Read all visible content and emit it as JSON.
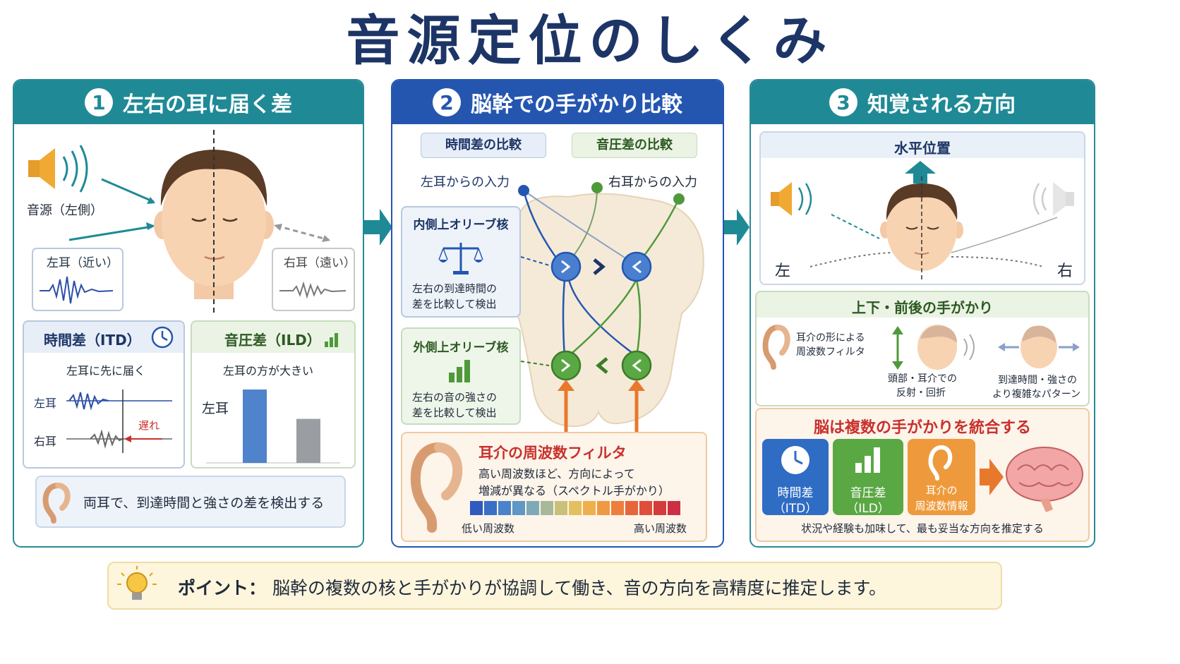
{
  "title": "音源定位のしくみ",
  "panel1": {
    "num": "1",
    "header": "左右の耳に届く差",
    "source_label": "音源（左側）",
    "left_ear": "左耳（近い）",
    "right_ear": "右耳（遠い）",
    "itd_title": "時間差（ITD）",
    "itd_desc": "左耳に先に届く",
    "itd_left": "左耳",
    "itd_right": "右耳",
    "itd_delay": "遅れ",
    "ild_title": "音圧差（ILD）",
    "ild_desc": "左耳の方が大きい",
    "ild_left": "左耳",
    "ild_values": [
      1.0,
      0.6
    ],
    "footer": "両耳で、到達時間と強さの差を検出する"
  },
  "panel2": {
    "num": "2",
    "header": "脳幹での手がかり比較",
    "tag_time": "時間差の比較",
    "tag_level": "音圧差の比較",
    "input_left": "左耳からの入力",
    "input_right": "右耳からの入力",
    "mso_title": "内側上オリーブ核",
    "mso_desc1": "左右の到達時間の",
    "mso_desc2": "差を比較して検出",
    "lso_title": "外側上オリーブ核",
    "lso_desc1": "左右の音の強さの",
    "lso_desc2": "差を比較して検出",
    "pinna_title": "耳介の周波数フィルタ",
    "pinna_desc1": "高い周波数ほど、方向によって",
    "pinna_desc2": "増減が異なる（スペクトル手がかり）",
    "low_freq": "低い周波数",
    "high_freq": "高い周波数",
    "spectrum_colors": [
      "#2f5bbf",
      "#3a6fc8",
      "#4a82cc",
      "#5f97c6",
      "#7eaab8",
      "#a7b99a",
      "#c9c17a",
      "#e3c05e",
      "#eeb04c",
      "#ef9a42",
      "#ec7f3b",
      "#e6653a",
      "#de4e3a",
      "#d43c3c",
      "#cc2f44"
    ]
  },
  "panel3": {
    "num": "3",
    "header": "知覚される方向",
    "horizontal_title": "水平位置",
    "left": "左",
    "right": "右",
    "updown_title": "上下・前後の手がかり",
    "pinna_shape1": "耳介の形による",
    "pinna_shape2": "周波数フィルタ",
    "head_reflect1": "頭部・耳介での",
    "head_reflect2": "反射・回折",
    "complex1": "到達時間・強さの",
    "complex2": "より複雑なパターン",
    "integrate_title": "脳は複数の手がかりを統合する",
    "piece1_a": "時間差",
    "piece1_b": "（ITD）",
    "piece2_a": "音圧差",
    "piece2_b": "（ILD）",
    "piece3_a": "耳介の",
    "piece3_b": "周波数情報",
    "integrate_desc": "状況や経験も加味して、最も妥当な方向を推定する"
  },
  "point": {
    "label": "ポイント：",
    "text": "脳幹の複数の核と手がかりが協調して働き、音の方向を高精度に推定します。"
  },
  "colors": {
    "teal": "#1f8a96",
    "blue": "#2456b0",
    "green": "#4e9a3a",
    "orange": "#e8782c",
    "red": "#c8312c"
  }
}
